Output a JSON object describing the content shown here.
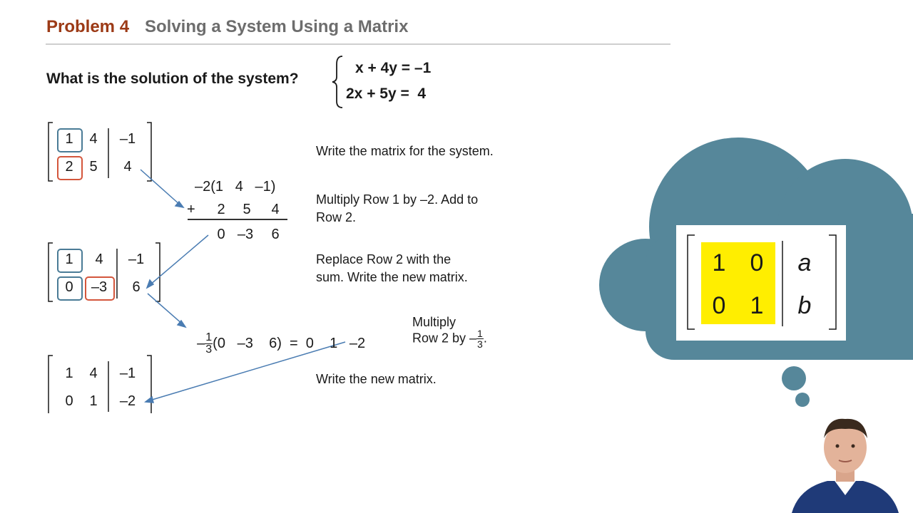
{
  "header": {
    "problem_number": "Problem 4",
    "title": "Solving a System Using a Matrix"
  },
  "question": "What is the solution of the system?",
  "system": {
    "eq1": "x + 4y = –1",
    "eq2": "2x + 5y =  4"
  },
  "matrix1": {
    "r1": [
      "1",
      "4",
      "–1"
    ],
    "r2": [
      "2",
      "5",
      "4"
    ]
  },
  "step1": "Write the matrix for the system.",
  "calc1": {
    "line1": "–2(1   4   –1)",
    "plus": "+",
    "line2": [
      "2",
      "5",
      "4"
    ],
    "result": [
      "0",
      "–3",
      "6"
    ]
  },
  "step2": {
    "line1": "Multiply Row 1 by –2. Add to",
    "line2": "Row 2."
  },
  "matrix2": {
    "r1": [
      "1",
      "4",
      "–1"
    ],
    "r2": [
      "0",
      "–3",
      "6"
    ]
  },
  "step3": {
    "line1": "Replace Row 2 with the",
    "line2": "sum. Write the new matrix."
  },
  "calc2": {
    "minus": "–",
    "frac_num": "1",
    "frac_den": "3",
    "expr": "(0   –3    6)  =  0    1   –2"
  },
  "step4": {
    "line1": "Multiply",
    "line2": "Row 2 by –",
    "frac_num": "1",
    "frac_den": "3",
    "period": "."
  },
  "matrix3": {
    "r1": [
      "1",
      "4",
      "–1"
    ],
    "r2": [
      "0",
      "1",
      "–2"
    ]
  },
  "step5": "Write the new matrix.",
  "cloud": {
    "r1": [
      "1",
      "0",
      "a"
    ],
    "r2": [
      "0",
      "1",
      "b"
    ],
    "color": "#56879a",
    "highlight": "#ffee00"
  },
  "colors": {
    "header_number": "#9c3a16",
    "header_title": "#6d6d6d",
    "box_blue": "#4a7b96",
    "box_red": "#d4563c",
    "arrow": "#4a7cb2"
  }
}
